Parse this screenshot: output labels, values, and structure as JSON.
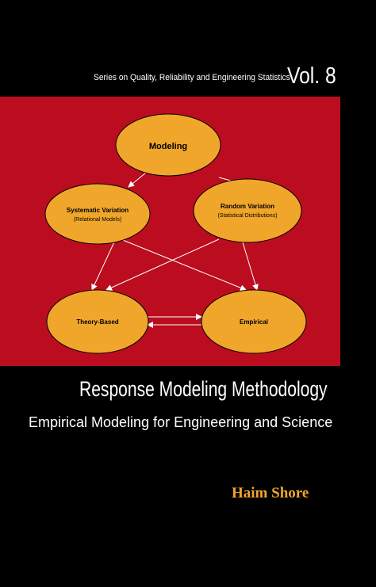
{
  "cover": {
    "series": "Series on Quality, Reliability and Engineering Statistics",
    "volume": "Vol. 8",
    "title": "Response Modeling Methodology",
    "subtitle": "Empirical Modeling for Engineering and Science",
    "author": "Haim Shore"
  },
  "diagram": {
    "modeling": "Modeling",
    "systematic": "Systematic Variation",
    "systematic_sub": "(Relational Models)",
    "random": "Random Variation",
    "random_sub": "(Statistical Distributions)",
    "theory": "Theory-Based",
    "empirical": "Empirical"
  },
  "colors": {
    "panel": "#bb0d1f",
    "ellipse": "#f0a62a",
    "author": "#f0a62a"
  }
}
